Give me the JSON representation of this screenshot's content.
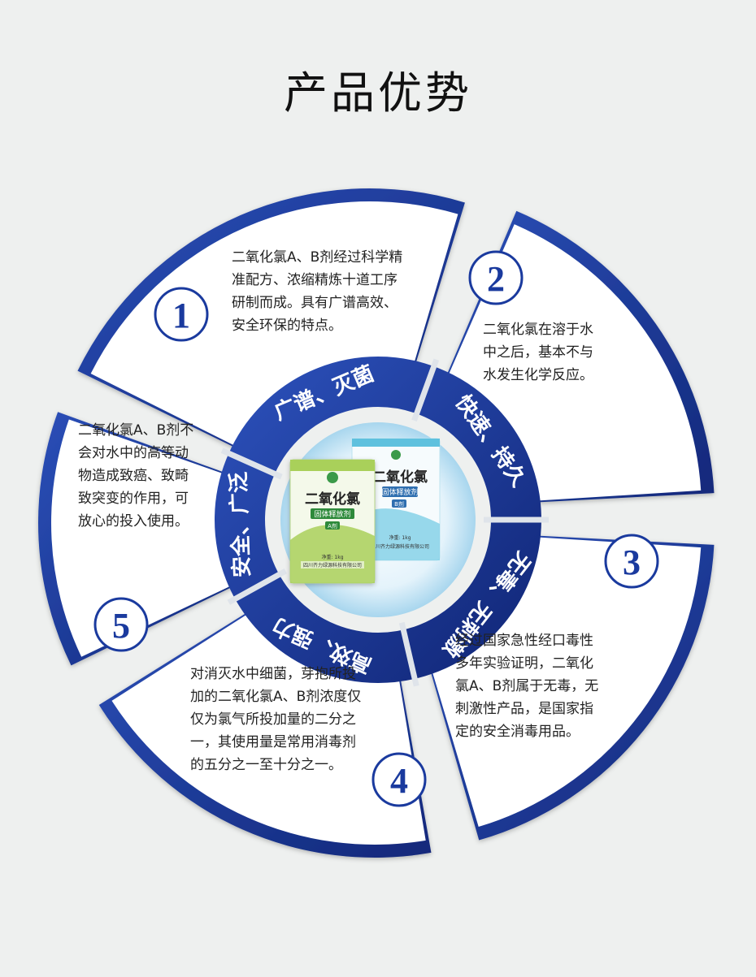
{
  "page": {
    "title": "产品优势",
    "accent_color": "#1a3a9e"
  },
  "segments": [
    {
      "number": "1",
      "text": [
        "二氧化氯A、B剂经过科学精",
        "准配方、浓缩精炼十道工序",
        "研制而成。具有广谱高效、",
        "安全环保的特点。"
      ]
    },
    {
      "number": "2",
      "text": [
        "二氧化氯在溶于水",
        "中之后，基本不与",
        "水发生化学反应。"
      ]
    },
    {
      "number": "3",
      "text": [
        "经过国家急性经口毒性",
        "多年实验证明，二氧化",
        "氯A、B剂属于无毒，无",
        "刺激性产品，是国家指",
        "定的安全消毒用品。"
      ]
    },
    {
      "number": "4",
      "text": [
        "对消灭水中细菌，芽抱所投",
        "加的二氧化氯A、B剂浓度仅",
        "仅为氯气所投加量的二分之",
        "一，其使用量是常用消毒剂",
        "的五分之一至十分之一。"
      ]
    },
    {
      "number": "5",
      "text": [
        "二氧化氯A、B剂不",
        "会对水中的高等动",
        "物造成致癌、致畸",
        "致突变的作用，可",
        "放心的投入使用。"
      ]
    }
  ],
  "ring_labels": [
    "广谱、灭菌",
    "快速、持久",
    "无毒、无刺激",
    "高效、强力",
    "安全、广泛"
  ],
  "products": {
    "a": {
      "name": "二氧化氯",
      "sub": "固体释放剂",
      "tag": "A剂",
      "weight": "净重: 1kg",
      "maker": "四川齐力绿源科技有限公司",
      "color": "#a9d05a"
    },
    "b": {
      "name": "二氧化氯",
      "sub": "固体释放剂",
      "tag": "B剂",
      "weight": "净重: 1kg",
      "maker": "四川齐力绿源科技有限公司",
      "color": "#5fc1de"
    }
  }
}
